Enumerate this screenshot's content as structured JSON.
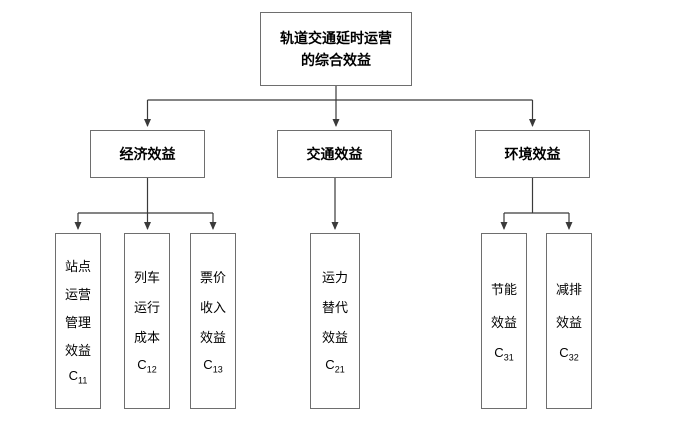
{
  "root": {
    "title_line1": "轨道交通延时运营",
    "title_line2": "的综合效益"
  },
  "branches": [
    {
      "label": "经济效益"
    },
    {
      "label": "交通效益"
    },
    {
      "label": "环境效益"
    }
  ],
  "leaves": [
    {
      "lines": [
        "站点",
        "运营",
        "管理",
        "效益"
      ],
      "c_base": "C",
      "c_sub": "11"
    },
    {
      "lines": [
        "列车",
        "运行",
        "成本"
      ],
      "c_base": "C",
      "c_sub": "12"
    },
    {
      "lines": [
        "票价",
        "收入",
        "效益"
      ],
      "c_base": "C",
      "c_sub": "13"
    },
    {
      "lines": [
        "运力",
        "替代",
        "效益"
      ],
      "c_base": "C",
      "c_sub": "21"
    },
    {
      "lines": [
        "节能",
        "效益"
      ],
      "c_base": "C",
      "c_sub": "31"
    },
    {
      "lines": [
        "减排",
        "效益"
      ],
      "c_base": "C",
      "c_sub": "32"
    }
  ],
  "colors": {
    "box_border": "#6e6e6e",
    "connector": "#3a3a3a",
    "background": "#ffffff",
    "text": "#000000"
  }
}
